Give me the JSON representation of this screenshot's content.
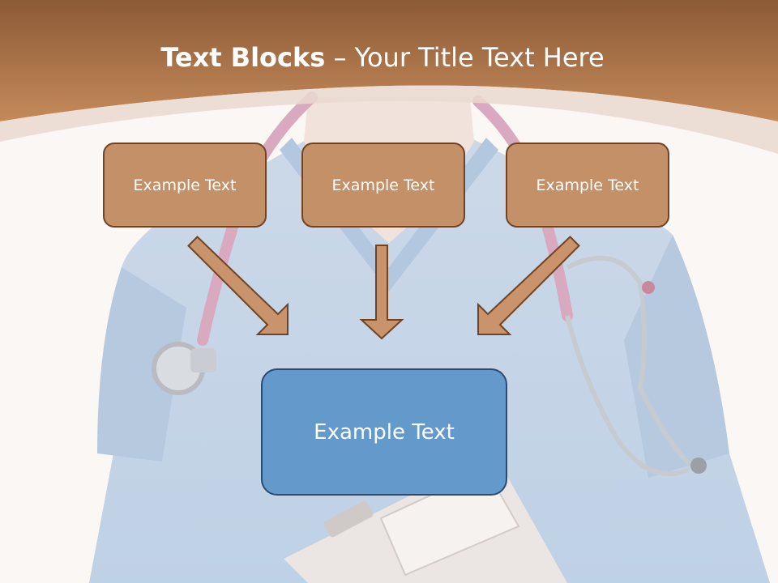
{
  "slide": {
    "title_bold": "Text Blocks",
    "title_rest": " – Your Title Text Here",
    "boxes": [
      {
        "label": "Example Text"
      },
      {
        "label": "Example Text"
      },
      {
        "label": "Example Text"
      }
    ],
    "main_box": {
      "label": "Example Text"
    }
  },
  "colors": {
    "header_brown": "#a8693a",
    "box_fill": "#c49068",
    "box_border": "#6f4424",
    "main_fill": "#6499cc",
    "main_border": "#2c4a72"
  }
}
